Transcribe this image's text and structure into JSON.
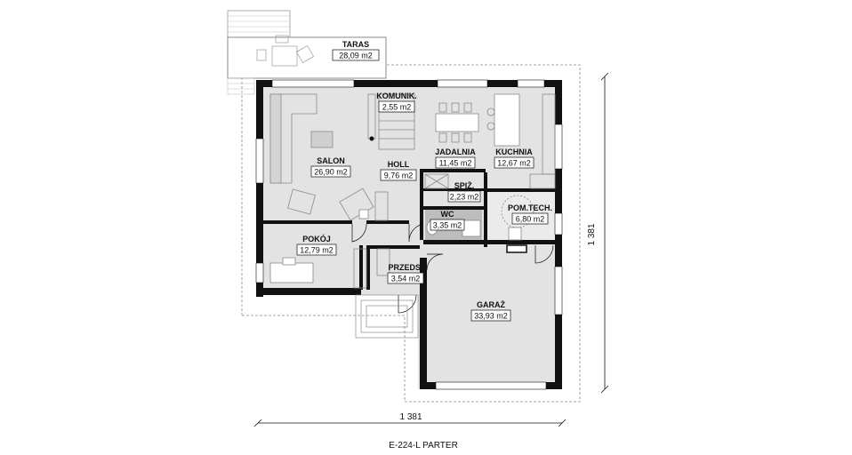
{
  "rooms": {
    "taras": {
      "name": "TARAS",
      "area": "28,09 m2"
    },
    "komunik": {
      "name": "KOMUNIK.",
      "area": "2,55 m2"
    },
    "salon": {
      "name": "SALON",
      "area": "26,90 m2"
    },
    "holl": {
      "name": "HOLL",
      "area": "9,76 m2"
    },
    "jadalnia": {
      "name": "JADALNIA",
      "area": "11,45 m2"
    },
    "kuchnia": {
      "name": "KUCHNIA",
      "area": "12,67 m2"
    },
    "spiz": {
      "name": "SPIŻ.",
      "area": "2,23 m2"
    },
    "wc": {
      "name": "WC",
      "area": "3,35 m2"
    },
    "pomtech": {
      "name": "POM.TECH.",
      "area": "6,80 m2"
    },
    "pokoj": {
      "name": "POKÓJ",
      "area": "12,79 m2"
    },
    "przeds": {
      "name": "PRZEDS.",
      "area": "3,54 m2"
    },
    "garaz": {
      "name": "GARAŻ",
      "area": "33,93 m2"
    }
  },
  "dimensions": {
    "width": "1 381",
    "depth": "1 381"
  },
  "caption": "E-224-L PARTER",
  "colors": {
    "wall": "#111111",
    "floor": "#e3e3e3",
    "wc_floor": "#bdbdbd",
    "outline": "#9a9a9a"
  }
}
